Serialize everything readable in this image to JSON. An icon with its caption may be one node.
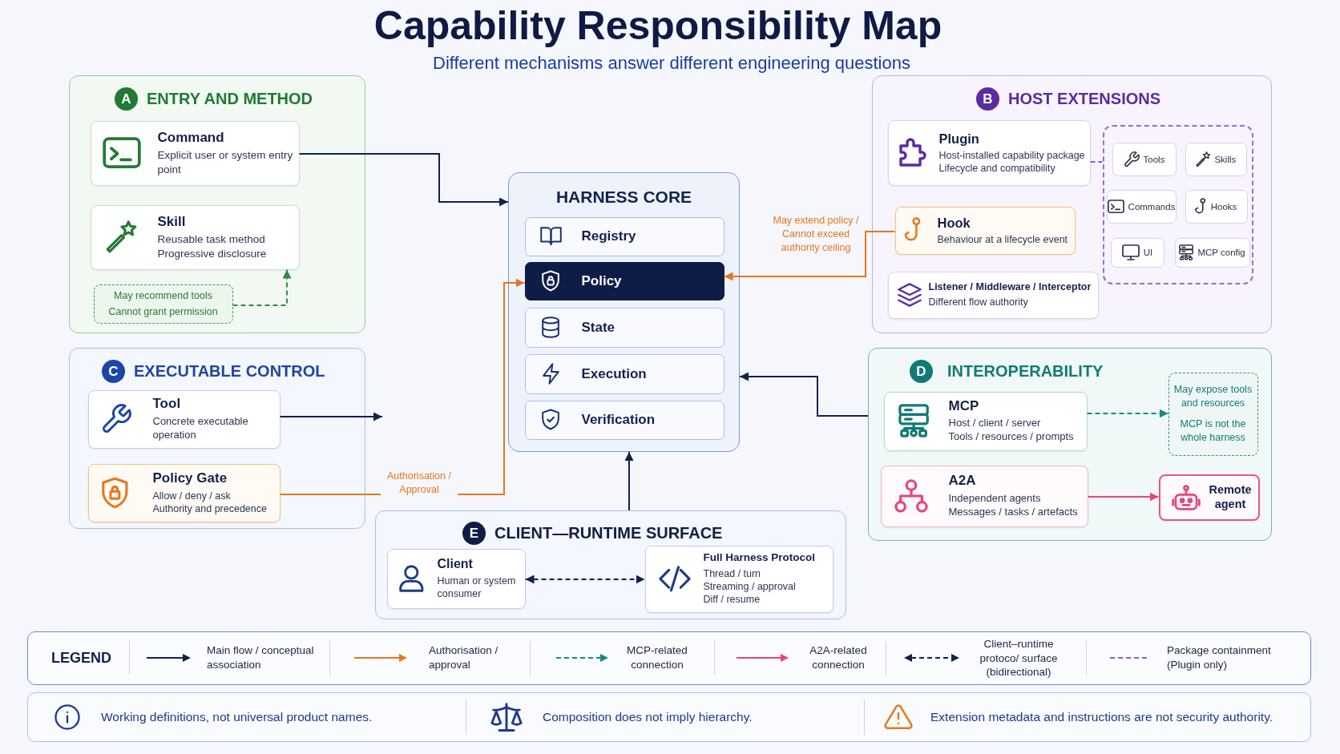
{
  "diagram": {
    "title": "Capability Responsibility Map",
    "nodes": [
      {
        "text": [
          "A",
          "ENTRY AND METHOD"
        ]
      },
      {
        "text": [
          "Command",
          "Explicit user or system entry point"
        ],
        "in": 0
      },
      {
        "text": [
          "Skill",
          "Reusable task method",
          "Progressive disclosure"
        ],
        "in": 0
      },
      {
        "text": [
          "May recommend tools",
          "Cannot grant permission"
        ],
        "in": 0
      },
      {
        "text": [
          "B",
          "HOST EXTENSIONS"
        ]
      },
      {
        "text": [
          "Plugin",
          "Host-installed capability package",
          "Lifecycle and compatibility"
        ],
        "in": 4
      },
      {
        "text": [],
        "shape": "box",
        "in": 4
      },
      {
        "text": [
          "Tools"
        ],
        "in": 6
      },
      {
        "text": [
          "Skills"
        ],
        "in": 6
      },
      {
        "text": [
          "Commands"
        ],
        "in": 6
      },
      {
        "text": [
          "Hooks"
        ],
        "in": 6
      },
      {
        "text": [
          "UI"
        ],
        "in": 6
      },
      {
        "text": [
          "MCP config"
        ],
        "in": 6
      },
      {
        "text": [
          "Hook",
          "Behaviour at a lifecycle event"
        ],
        "in": 4
      },
      {
        "text": [
          "Listener / Middleware / Interceptor",
          "Different flow authority"
        ],
        "in": 4
      },
      {
        "text": [
          "HARNESS CORE"
        ]
      },
      {
        "text": [
          "Registry"
        ],
        "in": 15
      },
      {
        "text": [
          "Policy"
        ],
        "in": 15
      },
      {
        "text": [
          "State"
        ],
        "in": 15
      },
      {
        "text": [
          "Execution"
        ],
        "in": 15
      },
      {
        "text": [
          "Verification"
        ],
        "in": 15
      },
      {
        "text": [
          "C",
          "EXECUTABLE CONTROL"
        ]
      },
      {
        "text": [
          "Tool",
          "Concrete executable operation"
        ],
        "in": 21
      },
      {
        "text": [
          "Policy Gate",
          "Allow / deny / ask",
          "Authority and precedence"
        ],
        "in": 21
      },
      {
        "text": [
          "D",
          "INTEROPERABILITY"
        ]
      },
      {
        "text": [
          "MCP",
          "Host / client / server",
          "Tools / resources / prompts"
        ],
        "in": 24
      },
      {
        "text": [
          "May expose tools and resources",
          "MCP is not the whole harness"
        ],
        "in": 24
      },
      {
        "text": [
          "A2A",
          "Independent agents",
          "Messages / tasks / artefacts"
        ],
        "in": 24
      },
      {
        "text": [
          "Remote agent"
        ],
        "in": 24
      },
      {
        "text": [
          "E",
          "CLIENT—RUNTIME SURFACE"
        ]
      },
      {
        "text": [
          "Client",
          "Human or system consumer"
        ],
        "in": 29
      },
      {
        "text": [
          "Full Harness Protocol",
          "Thread / turn",
          "Streaming / approval",
          "Diff / resume"
        ],
        "in": 29
      }
    ],
    "edges": [
      {
        "from": 1,
        "to": 15,
        "arrow": "to"
      },
      {
        "from": 3,
        "to": 2,
        "arrow": "to",
        "style": "dashed",
        "color": "#2e8b45"
      },
      {
        "from": 5,
        "to": 6,
        "arrow": "none",
        "style": "dashed",
        "color": "#8f5ad0"
      },
      {
        "from": 13,
        "to": 17,
        "arrow": "to",
        "label": "May extend policy / Cannot exceed authority ceiling",
        "color": "#e8761e"
      },
      {
        "from": 22,
        "to": null,
        "arrow": "to"
      },
      {
        "from": 23,
        "to": 17,
        "arrow": "to",
        "label": "Authorisation / Approval",
        "color": "#e8761e"
      },
      {
        "from": 24,
        "to": 15,
        "arrow": "to"
      },
      {
        "from": 25,
        "to": 26,
        "arrow": "to",
        "style": "dashed",
        "color": "#148a86"
      },
      {
        "from": 27,
        "to": 28,
        "arrow": "to",
        "color": "#e8457a"
      },
      {
        "from": 29,
        "to": 15,
        "arrow": "to"
      },
      {
        "from": 30,
        "to": 31,
        "arrow": "both",
        "style": "dashed"
      }
    ],
    "labels": [
      "Different mechanisms answer different engineering questions",
      "LEGEND",
      "Working definitions, not universal product names.",
      "Composition does not imply hierarchy.",
      "Extension metadata and instructions are not security authority."
    ],
    "legend": [
      {
        "text": "Main flow / conceptual association"
      },
      {
        "text": "Authorisation / approval"
      },
      {
        "text": "MCP-related connection"
      },
      {
        "text": "A2A-related connection"
      },
      {
        "text": "Client–runtime protoco/ surface (bidirectional)"
      },
      {
        "text": "Package containment (Plugin only)"
      }
    ]
  }
}
